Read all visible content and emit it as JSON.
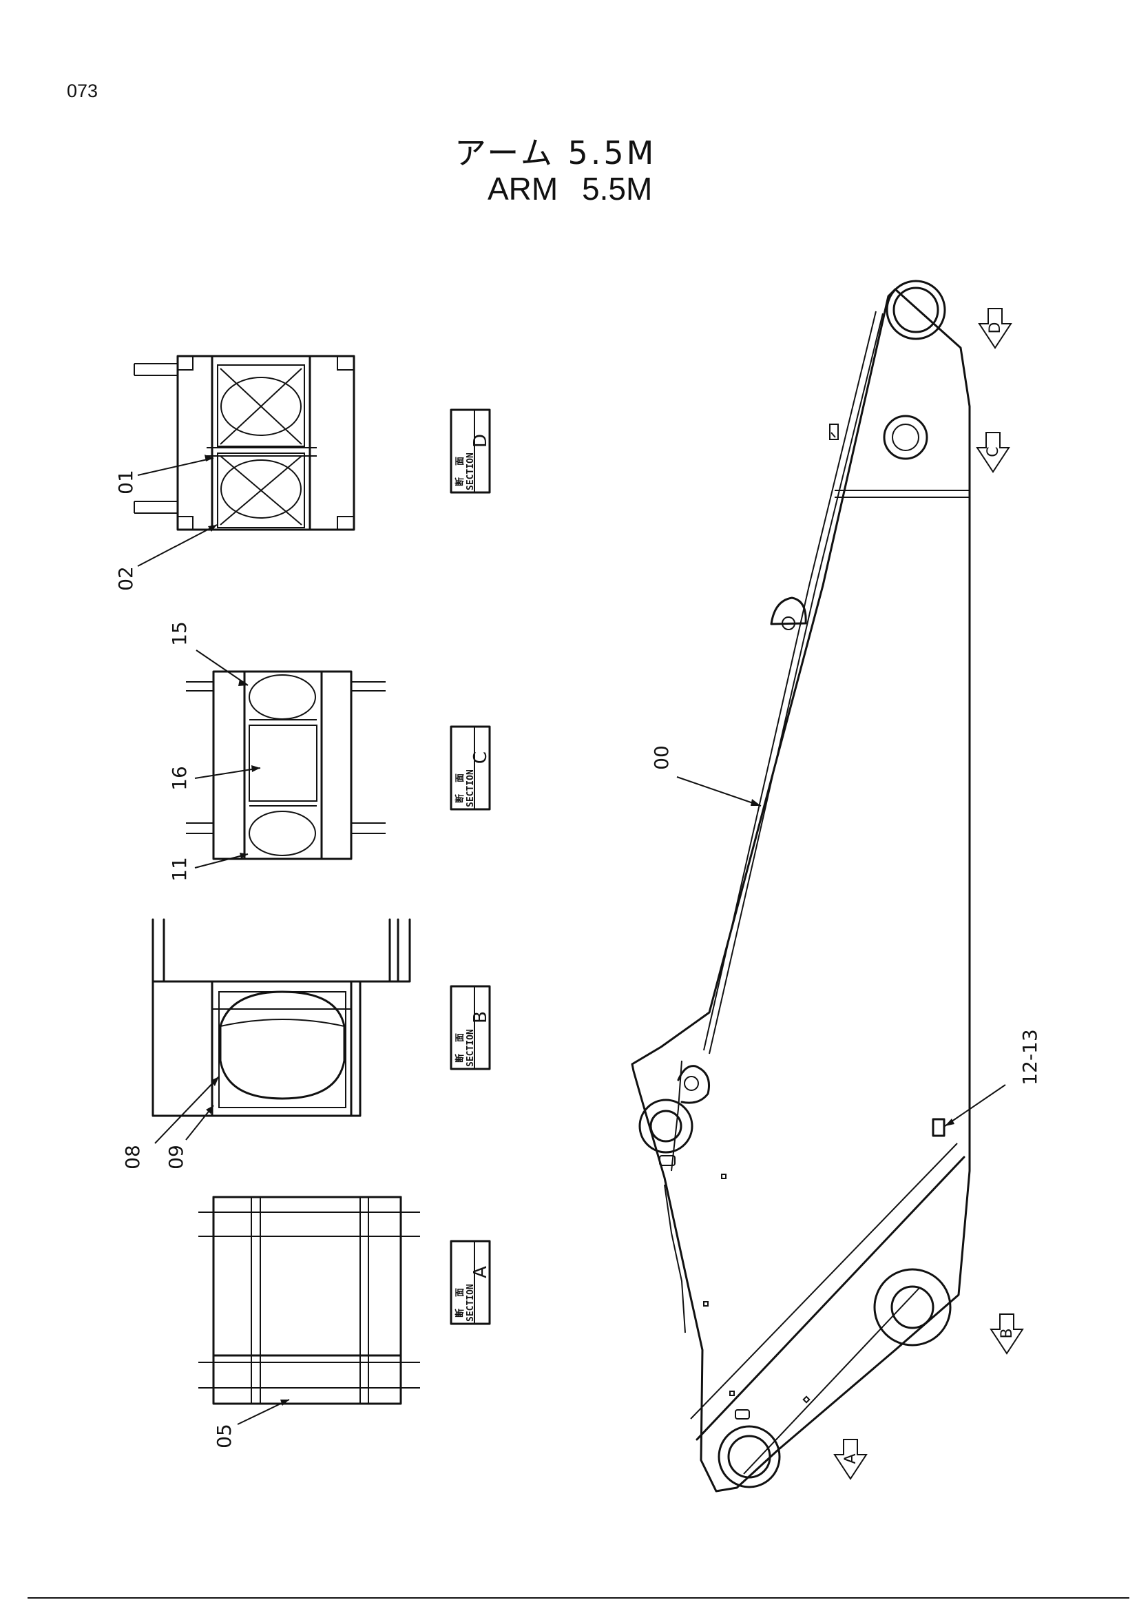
{
  "page_number": "073",
  "title": {
    "jp": "アーム 5.5M",
    "en": "ARM   5.5M"
  },
  "part_labels": {
    "p00": "00",
    "p01": "01",
    "p02": "02",
    "p05": "05",
    "p08": "08",
    "p09": "09",
    "p11": "11",
    "p15": "15",
    "p16": "16",
    "p12_13": "12-13"
  },
  "section_boxes": {
    "kanji1": "断",
    "kanji2": "面",
    "word": "SECTION",
    "a": "A",
    "b": "B",
    "c": "C",
    "d": "D"
  },
  "view_arrows": {
    "a": "A",
    "b": "B",
    "c": "C",
    "d": "D"
  }
}
